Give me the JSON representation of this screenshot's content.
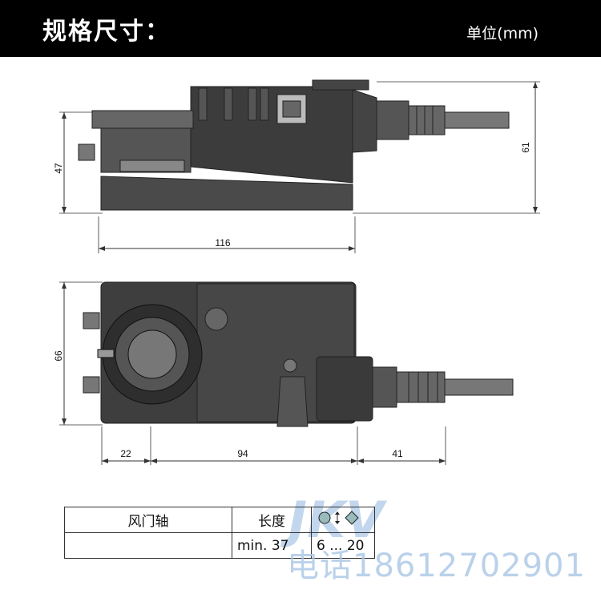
{
  "header": {
    "title": "规格尺寸：",
    "unit": "单位(mm)"
  },
  "side_view": {
    "dim_height_body": "47",
    "dim_height_total": "61",
    "dim_length": "116"
  },
  "top_view": {
    "dim_width": "66",
    "dim_left": "22",
    "dim_middle": "94",
    "dim_right": "41"
  },
  "table": {
    "col1_header": "风门轴",
    "col2_header": "长度",
    "col2_value": "min. 37",
    "col3_value": "6 ... 20"
  },
  "watermark": {
    "logo": "JKV",
    "phone": "电话18612702901"
  },
  "colors": {
    "header_bg": "#000000",
    "body_dark": "#3a3a3a",
    "body_mid": "#5a5a5a",
    "watermark": "#a9c6e6"
  }
}
